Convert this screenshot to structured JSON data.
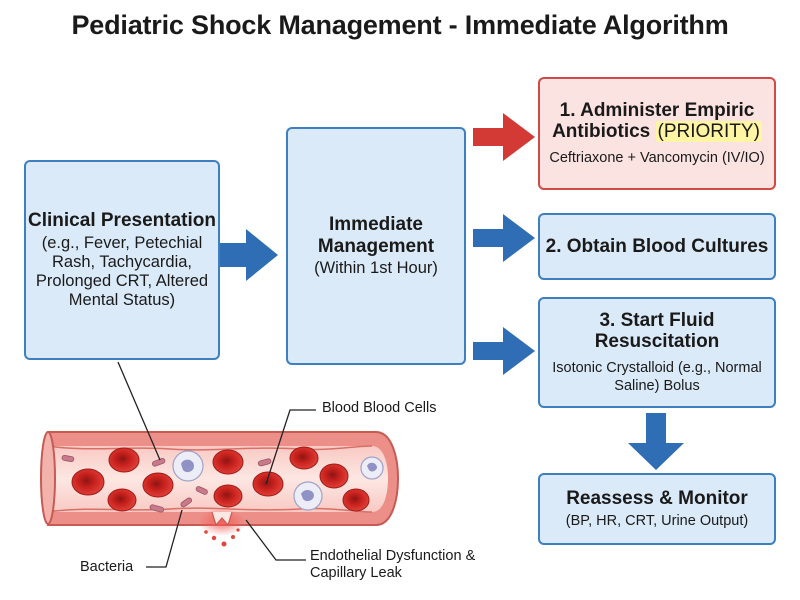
{
  "title": "Pediatric Shock Management - Immediate Algorithm",
  "boxes": {
    "clinical": {
      "heading": "Clinical Presentation",
      "detail": "(e.g., Fever, Petechial Rash, Tachycardia, Prolonged CRT, Altered Mental Status)"
    },
    "immediate": {
      "heading": "Immediate Management",
      "detail": "(Within 1st Hour)"
    },
    "antibiotics": {
      "heading": "1. Administer Empiric Antibiotics",
      "priority": "(PRIORITY)",
      "detail": "Ceftriaxone + Vancomycin (IV/IO)"
    },
    "cultures": {
      "heading": "2. Obtain Blood Cultures"
    },
    "fluid": {
      "heading": "3. Start Fluid Resuscitation",
      "detail": "Isotonic Crystalloid (e.g., Normal Saline) Bolus"
    },
    "reassess": {
      "heading": "Reassess & Monitor",
      "detail": "(BP, HR, CRT, Urine Output)"
    }
  },
  "labels": {
    "blood_cells": "Blood Blood Cells",
    "bacteria": "Bacteria",
    "endothelial": "Endothelial Dysfunction & Capillary Leak"
  },
  "colors": {
    "box_fill": "#dbeaf8",
    "box_border": "#3d7fbf",
    "priority_fill": "#fbe3e1",
    "priority_border": "#d04a46",
    "arrow_blue": "#2f6eb5",
    "arrow_red": "#d33a35",
    "highlight": "#fff5a3",
    "vessel_wall": "#e8807a",
    "red_cell": "#d9302b"
  },
  "icons": {
    "flow_arrow": "right-arrow-icon",
    "priority_arrow": "red-right-arrow-icon",
    "down_arrow": "down-arrow-icon"
  }
}
